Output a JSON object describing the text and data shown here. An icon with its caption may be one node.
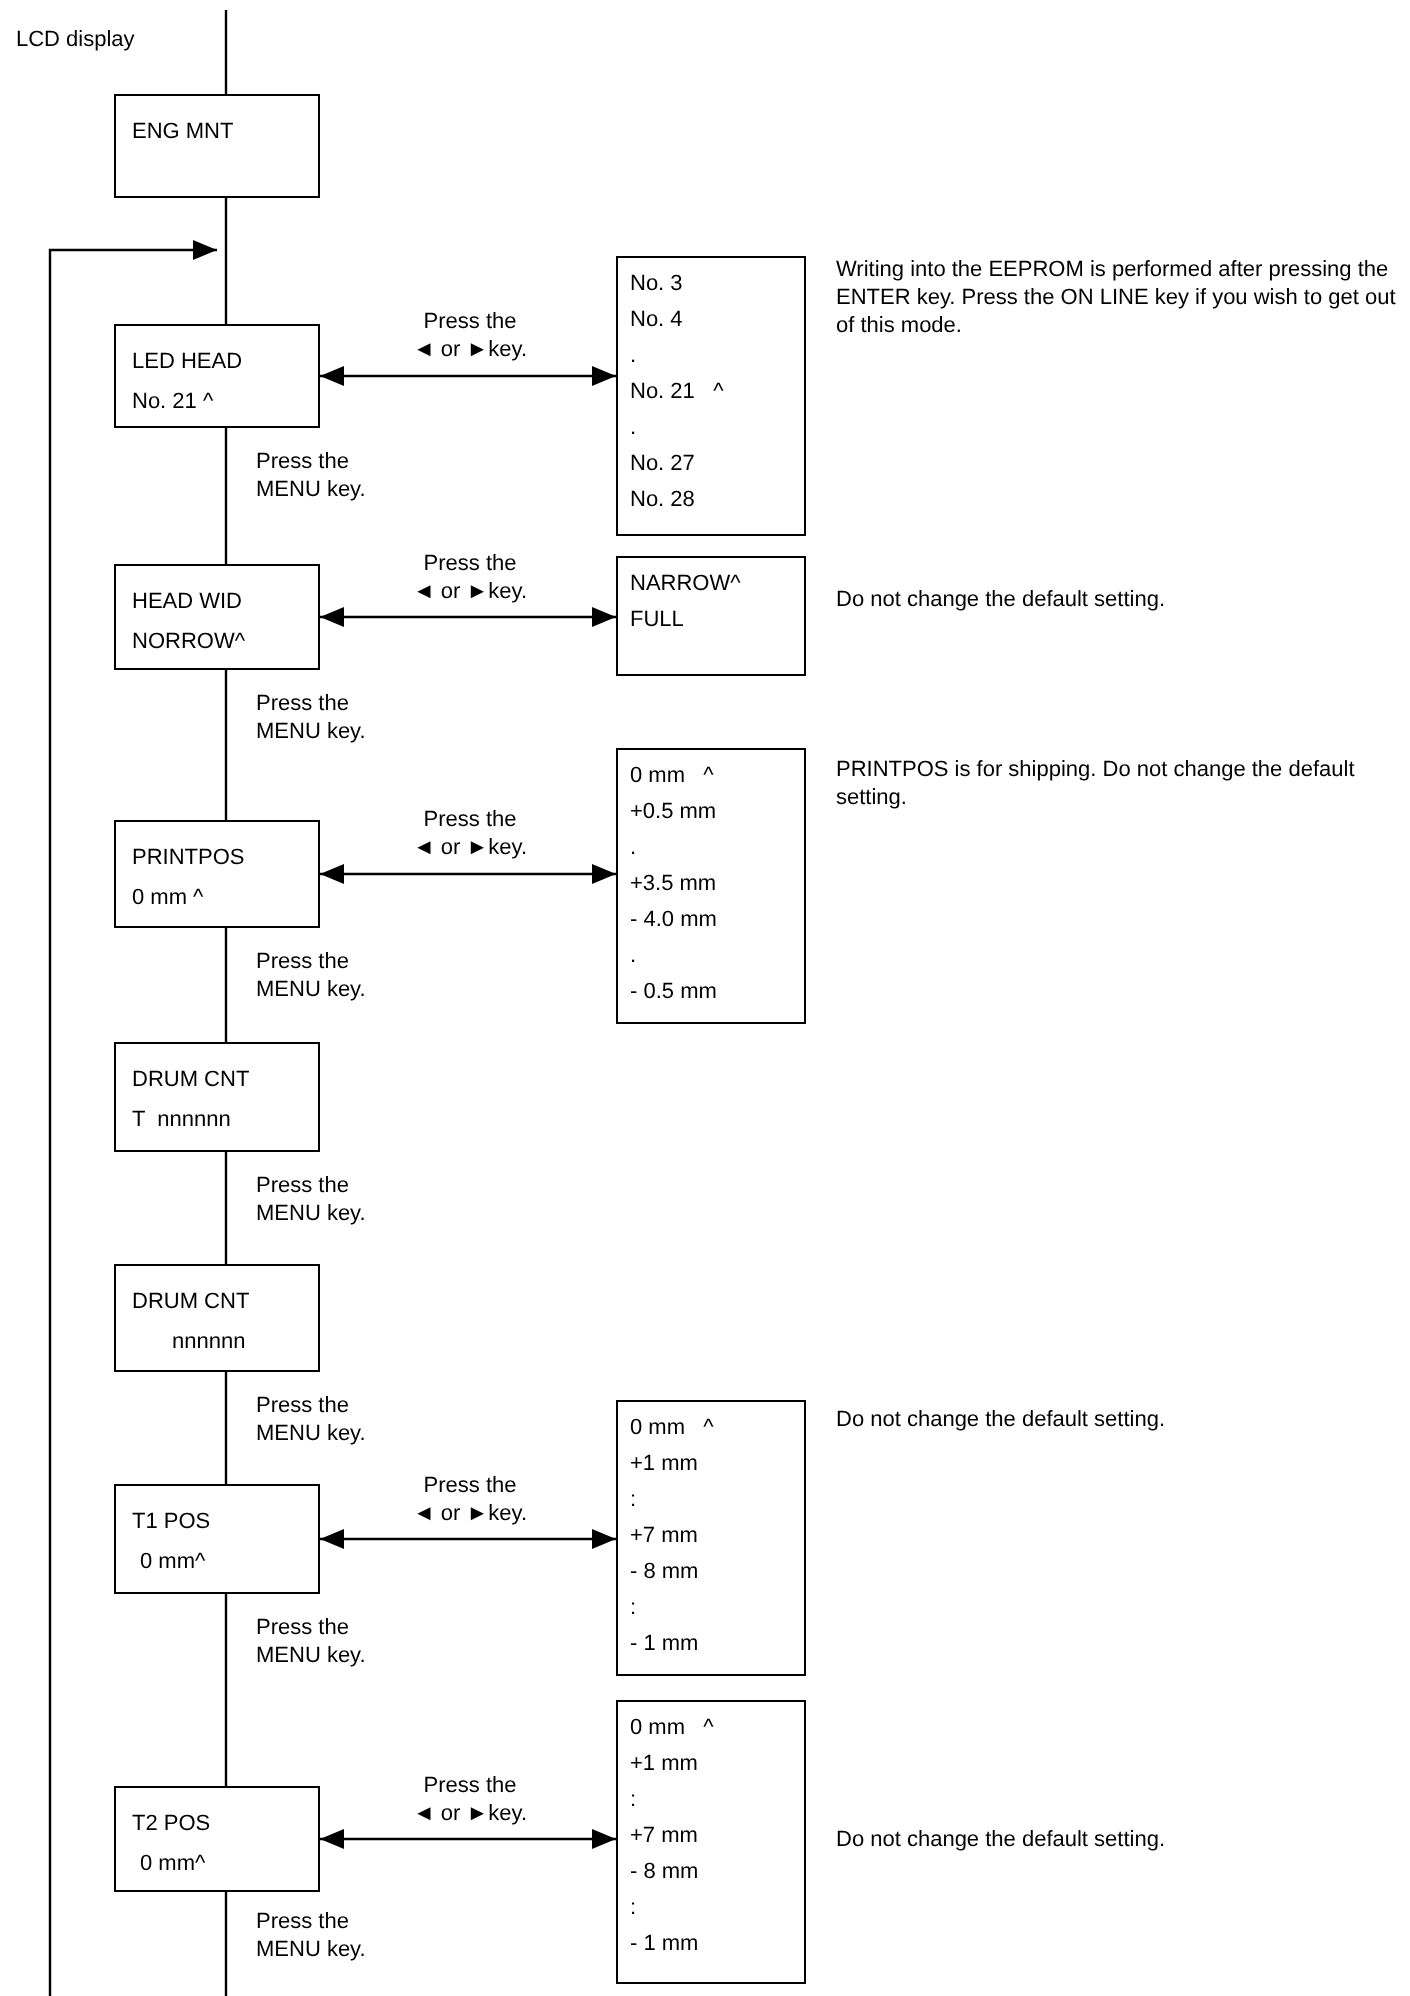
{
  "diagram": {
    "nodes": [
      {
        "text": [
          "ENG MNT"
        ]
      },
      {
        "text": [
          "LED HEAD",
          "No. 21 ^"
        ]
      },
      {
        "text": [
          "No. 3",
          "No. 4",
          ".",
          "No. 21   ^",
          ".",
          "No. 27",
          "No. 28"
        ],
        "beside": [
          "Writing into the EEPROM is performed after pressing the ENTER key.  Press the ON LINE key if you wish to get out of this mode."
        ]
      },
      {
        "text": [
          "HEAD WID",
          "NORROW^"
        ]
      },
      {
        "text": [
          "NARROW^",
          "FULL"
        ],
        "beside": [
          "Do not change the default setting."
        ]
      },
      {
        "text": [
          "PRINTPOS",
          "0 mm ^"
        ]
      },
      {
        "text": [
          "0 mm   ^",
          "+0.5 mm",
          ".",
          "+3.5 mm",
          "- 4.0 mm",
          ".",
          "- 0.5 mm"
        ],
        "beside": [
          "PRINTPOS is for shipping.  Do not change the default setting."
        ]
      },
      {
        "text": [
          "DRUM CNT",
          "T  nnnnnn"
        ]
      },
      {
        "text": [
          "DRUM CNT",
          "nnnnnn"
        ]
      },
      {
        "text": [
          "T1 POS",
          "0 mm^"
        ]
      },
      {
        "text": [
          "0 mm   ^",
          "+1 mm",
          ":",
          "+7 mm",
          "- 8 mm",
          ":",
          "- 1 mm"
        ],
        "beside": [
          "Do not change the default setting."
        ]
      },
      {
        "text": [
          "T2 POS",
          "0 mm^"
        ]
      },
      {
        "text": [
          "0 mm   ^",
          "+1 mm",
          ":",
          "+7 mm",
          "- 8 mm",
          ":",
          "- 1 mm"
        ],
        "beside": [
          "Do not change the default setting."
        ]
      }
    ],
    "edges": [
      {
        "from": null,
        "to": 0,
        "arrow": "none"
      },
      {
        "from": 0,
        "to": 1,
        "arrow": "none"
      },
      {
        "from": null,
        "to": 1,
        "arrow": "to"
      },
      {
        "from": 1,
        "to": 2,
        "arrow": "both",
        "label": "Press the ◄ or ►key."
      },
      {
        "from": 1,
        "to": 3,
        "arrow": "none",
        "label": "Press the MENU key."
      },
      {
        "from": 3,
        "to": 4,
        "arrow": "both",
        "label": "Press the ◄ or ►key."
      },
      {
        "from": 3,
        "to": 5,
        "arrow": "none",
        "label": "Press the MENU key."
      },
      {
        "from": 5,
        "to": 6,
        "arrow": "both",
        "label": "Press the ◄ or ►key."
      },
      {
        "from": 5,
        "to": 7,
        "arrow": "none",
        "label": "Press the MENU key."
      },
      {
        "from": 7,
        "to": 8,
        "arrow": "none",
        "label": "Press the MENU key."
      },
      {
        "from": 8,
        "to": 9,
        "arrow": "none",
        "label": "Press the MENU key."
      },
      {
        "from": 9,
        "to": 10,
        "arrow": "both",
        "label": "Press the ◄ or ►key."
      },
      {
        "from": 9,
        "to": 11,
        "arrow": "none",
        "label": "Press the MENU key."
      },
      {
        "from": 11,
        "to": 12,
        "arrow": "both",
        "label": "Press the ◄ or ►key."
      },
      {
        "from": 11,
        "to": null,
        "arrow": "none",
        "label": "Press the MENU key."
      }
    ],
    "labels": [
      "LCD display"
    ]
  }
}
